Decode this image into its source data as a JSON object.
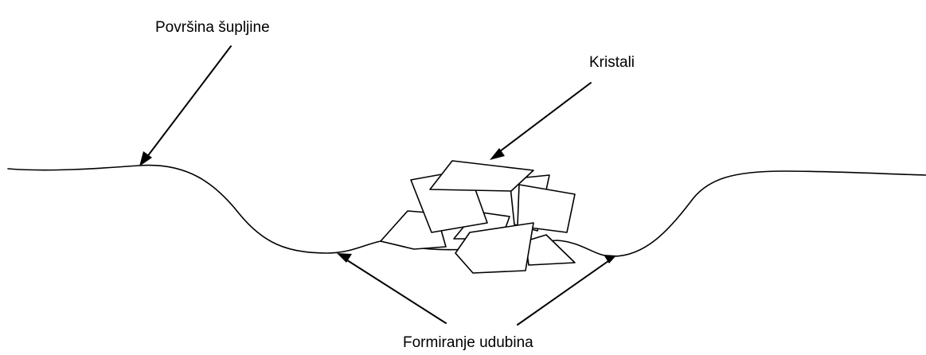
{
  "labels": {
    "surface": "Površina šupljine",
    "crystals": "Kristali",
    "pits": "Formiranje udubina"
  },
  "colors": {
    "line": "#000000",
    "background": "#ffffff",
    "crystal_fill": "#ffffff"
  }
}
